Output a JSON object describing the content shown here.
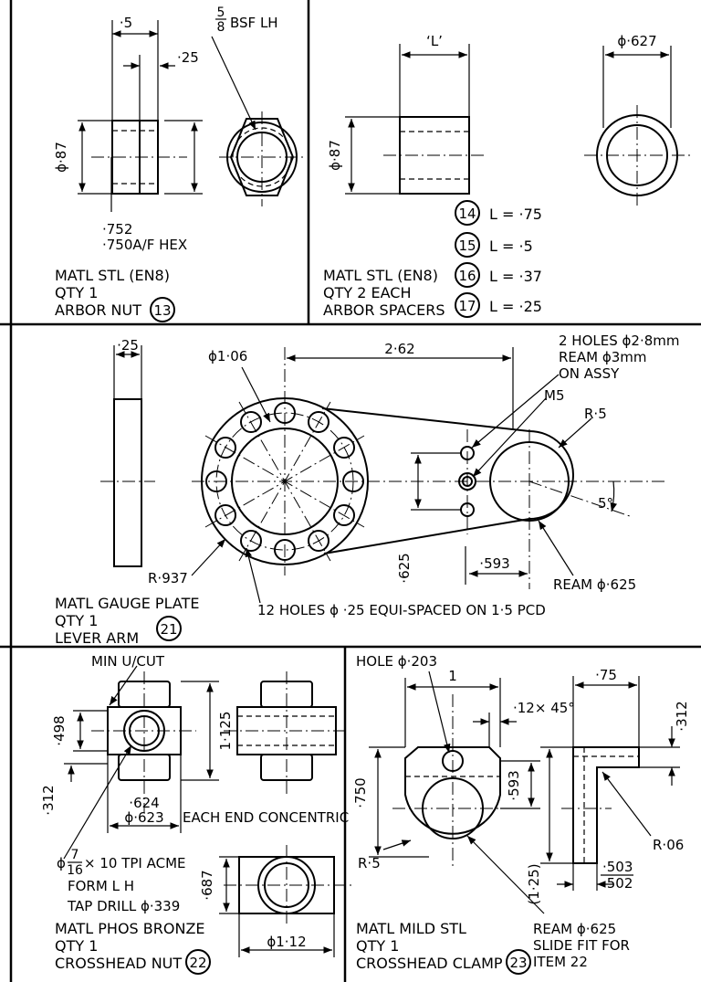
{
  "arbor_nut": {
    "dim_width": "·5",
    "dim_flange": "·25",
    "thread": "BSF LH",
    "thread_frac_num": "5",
    "thread_frac_den": "8",
    "dim_dia": "ϕ·87",
    "hex_af_1": "·752",
    "hex_af_2": "·750A/F HEX",
    "matl": "MATL STL (EN8)",
    "qty": "QTY 1",
    "name": "ARBOR NUT",
    "item": "13"
  },
  "arbor_spacers": {
    "dim_len": "‘L’",
    "dim_outer": "ϕ·627",
    "dim_dia": "ϕ·87",
    "items": [
      {
        "num": "14",
        "text": "L = ·75"
      },
      {
        "num": "15",
        "text": "L = ·5"
      },
      {
        "num": "16",
        "text": "L = ·37"
      },
      {
        "num": "17",
        "text": "L = ·25"
      }
    ],
    "matl": "MATL STL (EN8)",
    "qty": "QTY 2 EACH",
    "name": "ARBOR SPACERS"
  },
  "lever_arm": {
    "dim_thk": "·25",
    "dim_hole": "ϕ1·06",
    "dim_centers": "2·62",
    "note_holes_1": "2 HOLES ϕ2·8mm",
    "note_holes_2": "REAM ϕ3mm",
    "note_holes_3": "ON ASSY",
    "note_m5": "M5",
    "dim_r5": "R·5",
    "dim_angle": "5°",
    "dim_r937": "R·937",
    "dim_625": "·625",
    "dim_593": "·593",
    "note_ream": "REAM ϕ·625",
    "note_pcd": "12 HOLES ϕ ·25 EQUI-SPACED ON 1·5 PCD",
    "matl": "MATL GAUGE PLATE",
    "qty": "QTY 1",
    "name": "LEVER ARM",
    "item": "21"
  },
  "crosshead_nut": {
    "note_ucut": "MIN U/CUT",
    "dim_498": "·498",
    "dim_1125": "1·125",
    "dim_312": "·312",
    "dim_624": "·624",
    "dim_623": "ϕ·623",
    "note_concentric": "EACH END CONCENTRIC",
    "thread_1_pre": "ϕ",
    "thread_num": "7",
    "thread_den": "16",
    "thread_1_post": "× 10 TPI ACME",
    "thread_2": "FORM L H",
    "thread_3": "TAP DRILL ϕ·339",
    "dim_687": "·687",
    "dim_112": "ϕ1·12",
    "matl": "MATL PHOS BRONZE",
    "qty": "QTY 1",
    "name": "CROSSHEAD NUT",
    "item": "22"
  },
  "crosshead_clamp": {
    "note_hole": "HOLE ϕ·203",
    "dim_1": "1",
    "dim_chamfer": "·12× 45°",
    "dim_75": "·75",
    "dim_312": "·312",
    "dim_750": "·750",
    "dim_593": "·593",
    "dim_r5": "R·5",
    "dim_125": "(1·25)",
    "dim_r06": "R·06",
    "dim_503": "·503",
    "dim_502": "·502",
    "note_ream_1": "REAM ϕ·625",
    "note_ream_2": "SLIDE FIT FOR",
    "note_ream_3": "ITEM 22",
    "matl": "MATL MILD STL",
    "qty": "QTY 1",
    "name": "CROSSHEAD CLAMP",
    "item": "23"
  }
}
